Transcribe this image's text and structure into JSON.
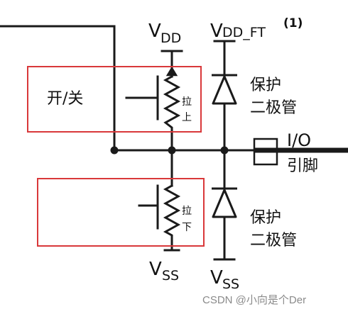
{
  "labels": {
    "vdd_main": "V",
    "vdd_sub": "DD",
    "vddft_main": "V",
    "vddft_sub": "DD_FT",
    "vddft_note": "(1)",
    "vss_left_main": "V",
    "vss_left_sub": "SS",
    "vss_right_main": "V",
    "vss_right_sub": "SS",
    "switch": "开/关",
    "pull_up_1": "拉",
    "pull_up_2": "上",
    "pull_down_1": "拉",
    "pull_down_2": "下",
    "protect_top_1": "保护",
    "protect_top_2": "二极管",
    "protect_bottom_1": "保护",
    "protect_bottom_2": "二极管",
    "io_1": "I/O",
    "io_2": "引脚"
  },
  "watermark": "CSDN @小向是个Der",
  "colors": {
    "wire": "#1a1a1a",
    "highlight_box": "#d9383a",
    "diode_fill": "#ffffff",
    "watermark": "#8a8a8a"
  }
}
